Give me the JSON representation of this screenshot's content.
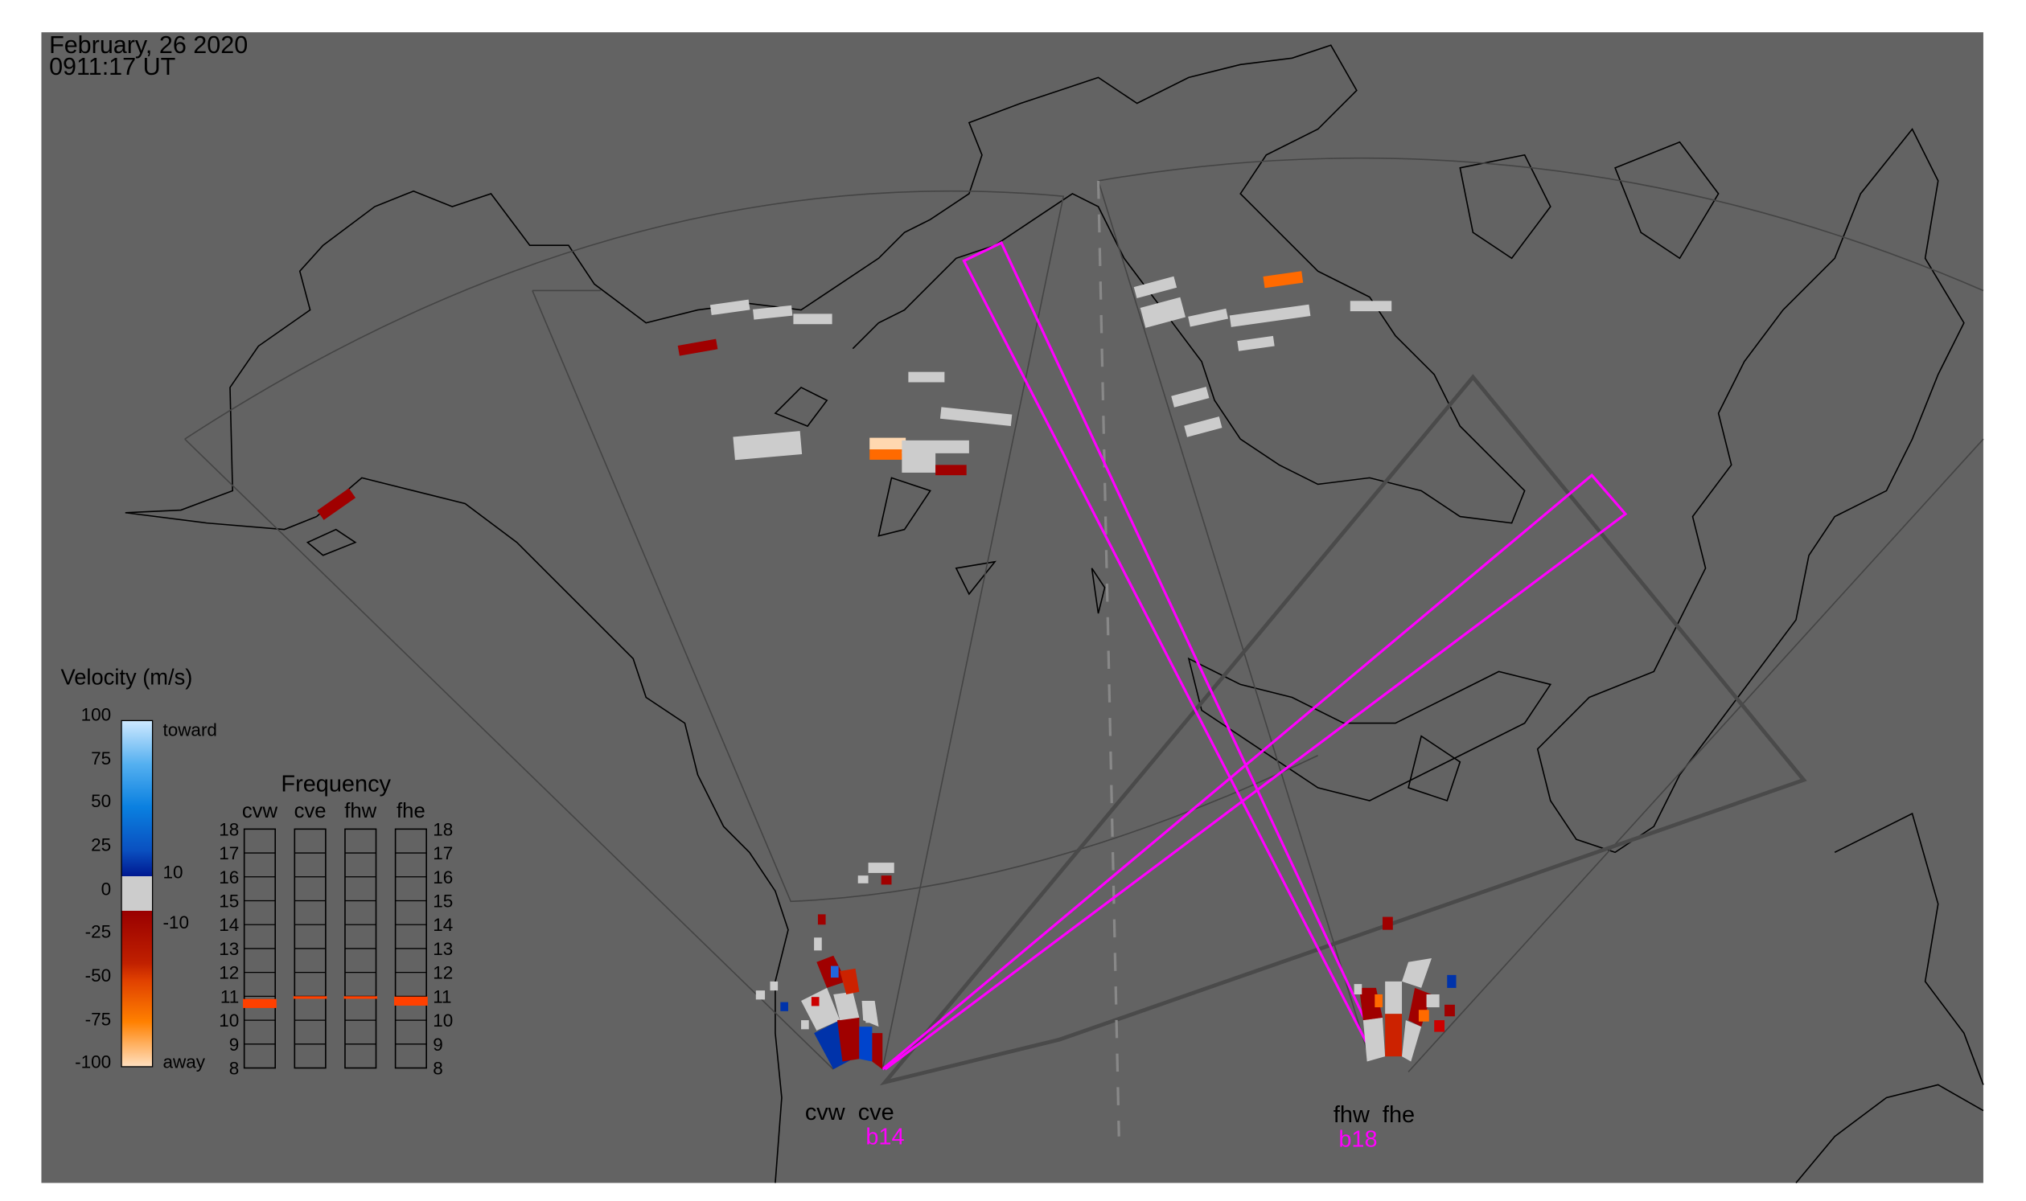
{
  "header": {
    "date": "February, 26 2020",
    "time": "0911:17 UT"
  },
  "legend": {
    "title": "Velocity (m/s)",
    "ticks": [
      "100",
      "75",
      "50",
      "25",
      "0",
      "-25",
      "-50",
      "-75",
      "-100"
    ],
    "toward_label": "toward",
    "away_label": "away",
    "gs_upper": "10",
    "gs_lower": "-10"
  },
  "frequency": {
    "title": "Frequency",
    "radars": [
      "cvw",
      "cve",
      "fhw",
      "fhe"
    ],
    "ticks": [
      "18",
      "17",
      "16",
      "15",
      "14",
      "13",
      "12",
      "11",
      "10",
      "9",
      "8"
    ],
    "values_mhz": [
      10.7,
      10.95,
      10.95,
      10.8
    ]
  },
  "sites": [
    {
      "radars": "cvw  cve",
      "beam": "b14"
    },
    {
      "radars": "fhw  fhe",
      "beam": "b18"
    }
  ],
  "colors": {
    "background": "#636363",
    "beam": "#ff00ff",
    "frequency_mark": "#ff4000"
  }
}
